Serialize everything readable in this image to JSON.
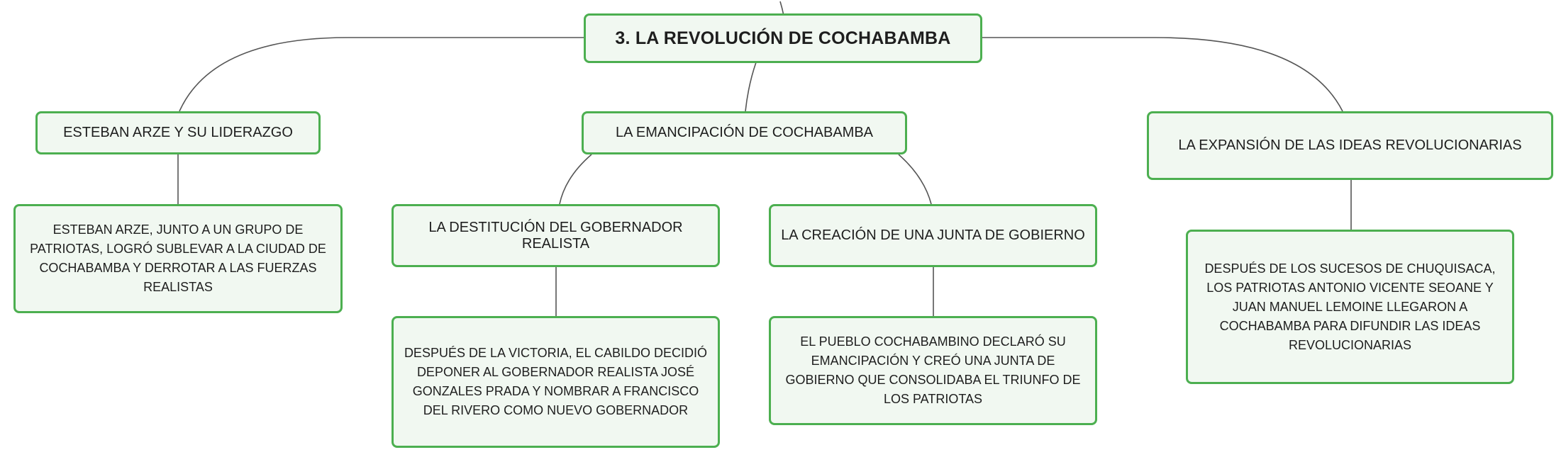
{
  "diagram": {
    "type": "mind-map",
    "colors": {
      "node_border": "#4caf50",
      "node_fill": "#f1f8f1",
      "connector": "#555555",
      "text": "#1e1e1e"
    },
    "root": {
      "label": "3. LA REVOLUCIÓN DE COCHABAMBA"
    },
    "branches": [
      {
        "label": "ESTEBAN ARZE Y SU LIDERAZGO",
        "detail": "ESTEBAN ARZE, JUNTO A UN GRUPO DE PATRIOTAS, LOGRÓ SUBLEVAR A LA CIUDAD DE COCHABAMBA Y DERROTAR A LAS FUERZAS REALISTAS"
      },
      {
        "label": "LA EMANCIPACIÓN DE COCHABAMBA",
        "children": [
          {
            "label": "LA DESTITUCIÓN DEL GOBERNADOR REALISTA",
            "detail": "DESPUÉS DE LA VICTORIA, EL CABILDO DECIDIÓ DEPONER AL GOBERNADOR REALISTA JOSÉ GONZALES PRADA Y NOMBRAR A FRANCISCO DEL RIVERO COMO NUEVO GOBERNADOR"
          },
          {
            "label": "LA CREACIÓN DE UNA JUNTA DE GOBIERNO",
            "detail": "EL PUEBLO COCHABAMBINO DECLARÓ SU EMANCIPACIÓN Y CREÓ UNA JUNTA DE GOBIERNO QUE CONSOLIDABA EL TRIUNFO DE LOS PATRIOTAS"
          }
        ]
      },
      {
        "label": "LA EXPANSIÓN DE LAS IDEAS REVOLUCIONARIAS",
        "detail": "DESPUÉS DE LOS SUCESOS DE CHUQUISACA, LOS PATRIOTAS ANTONIO VICENTE SEOANE Y JUAN MANUEL LEMOINE LLEGARON A COCHABAMBA PARA DIFUNDIR LAS IDEAS REVOLUCIONARIAS"
      }
    ]
  }
}
